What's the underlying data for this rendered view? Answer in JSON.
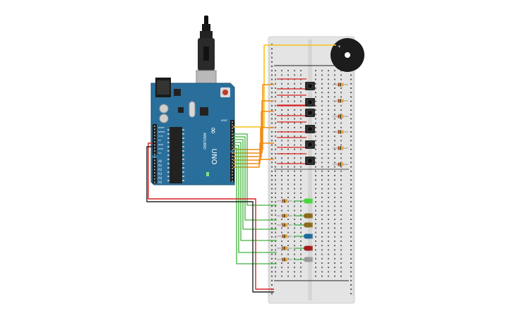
{
  "canvas": {
    "background": "#ffffff"
  },
  "arduino": {
    "brand": "ARDUINO",
    "model": "UNO",
    "logo_text": "∞",
    "power_labels": [
      "IOREF",
      "RESET",
      "3.3V",
      "5V",
      "GND",
      "GND",
      "Vin"
    ],
    "analog_labels": [
      "A0",
      "A1",
      "A2",
      "A3",
      "A4",
      "A5"
    ],
    "digital_header": "AREF",
    "board_color": "#2a6f9b"
  },
  "breadboard": {
    "color": "#e2e2e2"
  },
  "buttons": {
    "count": 6
  },
  "leds": {
    "colors": [
      "#4bd43e",
      "#8a6a1c",
      "#8a6a1c",
      "#1f6b9c",
      "#a01d1d",
      "#9a9a9a"
    ]
  },
  "buzzer": {
    "plus_mark": "+"
  },
  "wires": {
    "yellow": "#f5c21a",
    "orange": "#f08c14",
    "green": "#3eb23a",
    "red": "#d72020",
    "black": "#222222"
  }
}
